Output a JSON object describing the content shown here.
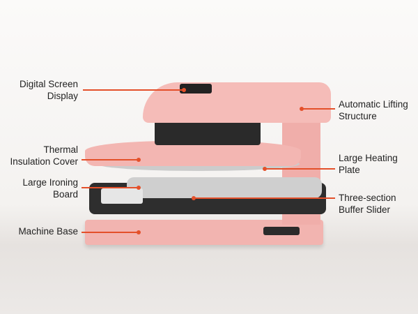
{
  "colors": {
    "accent": "#e4502a",
    "machine": "#f4b8b5"
  },
  "labels": {
    "digital_screen": "Digital Screen\nDisplay",
    "thermal_cover": "Thermal\nInsulation Cover",
    "ironing_board": "Large Ironing\nBoard",
    "machine_base": "Machine Base",
    "lifting": "Automatic Lifting\nStructure",
    "heating_plate": "Large Heating\nPlate",
    "buffer_slider": "Three-section\nBuffer Slider"
  }
}
